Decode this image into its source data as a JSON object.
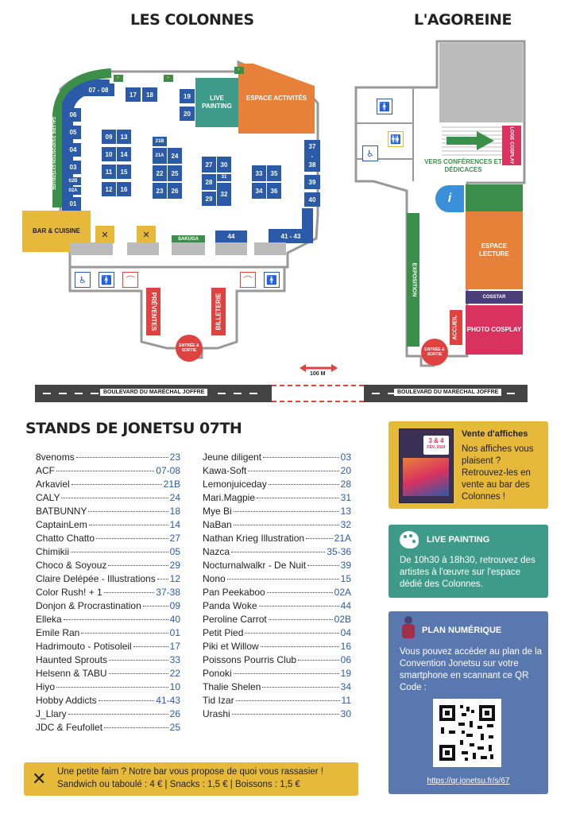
{
  "colonnes": {
    "title": "LES COLONNES",
    "stands_left": [
      "07 - 08",
      "06",
      "05",
      "04",
      "03",
      "02B",
      "02A",
      "01"
    ],
    "stands_center": {
      "s17": "17",
      "s18": "18",
      "s19": "19",
      "s20": "20",
      "s09": "09",
      "s13": "13",
      "s10": "10",
      "s14": "14",
      "s11": "11",
      "s15": "15",
      "s12": "12",
      "s16": "16",
      "s21B": "21B",
      "s21A": "21A",
      "s24": "24",
      "s22": "22",
      "s25": "25",
      "s23": "23",
      "s26": "26",
      "s27": "27",
      "s30": "30",
      "s28": "28",
      "s31": "31",
      "s29": "29",
      "s32": "32",
      "s33": "33",
      "s35": "35",
      "s34": "34",
      "s36": "36",
      "dash": "-",
      "s37": "37",
      "s38": "38",
      "s39": "39",
      "s40": "40",
      "s41_43": "41 - 43",
      "s44": "44"
    },
    "live_painting": "LIVE PAINTING",
    "espace_activites": "ESPACE ACTIVITÉS",
    "galerie": "GALERIE D'EXPOSITION EXTÉRIEURE",
    "bar_cuisine": "BAR & CUISINE",
    "sakuga": "SAKUGA",
    "preventes": "PRÉVENTES",
    "billeterie": "BILLETERIE",
    "entree_sortie": "ENTRÉE & SORTIE"
  },
  "agoreine": {
    "title": "L'AGOREINE",
    "loge_cosplay": "LOGE COSPLAY",
    "vers_conferences": "VERS CONFÉRENCES ET DÉDICACES",
    "info_icon": "i",
    "espace_lecture": "ESPACE LECTURE",
    "cosstar": "COSSTAR",
    "photo_cosplay": "PHOTO COSPLAY",
    "accueil": "ACCUEIL",
    "exposition": "EXPOSITION",
    "entree_sortie": "ENTRÉE & SORTIE"
  },
  "distance": "100 M",
  "road_label": "BOULEVARD DU MARÉCHAL JOFFRE",
  "stands_title": "STANDS DE JONETSU 07TH",
  "stands_col1": [
    {
      "name": "8venoms",
      "num": "23"
    },
    {
      "name": "ACF",
      "num": "07-08"
    },
    {
      "name": "Arkaviel",
      "num": "21B"
    },
    {
      "name": "CALY",
      "num": "24"
    },
    {
      "name": "BATBUNNY",
      "num": "18"
    },
    {
      "name": "CaptainLem",
      "num": "14"
    },
    {
      "name": "Chatto Chatto",
      "num": "27"
    },
    {
      "name": "Chimikii",
      "num": "05"
    },
    {
      "name": "Choco & Soyouz",
      "num": "29"
    },
    {
      "name": "Claire Delépée - Illustrations",
      "num": "12"
    },
    {
      "name": "Color Rush! + 1",
      "num": "37-38"
    },
    {
      "name": "Donjon & Procrastination",
      "num": "09"
    },
    {
      "name": "Elleka",
      "num": "40"
    },
    {
      "name": "Emile Ran",
      "num": "01"
    },
    {
      "name": "Hadrimouto - Potisoleil",
      "num": "17"
    },
    {
      "name": "Haunted Sprouts",
      "num": "33"
    },
    {
      "name": "Helsenn & TABU",
      "num": "22"
    },
    {
      "name": "Hiyo",
      "num": "10"
    },
    {
      "name": "Hobby Addicts",
      "num": "41-43"
    },
    {
      "name": "J_Llary",
      "num": "26"
    },
    {
      "name": "JDC & Feufollet",
      "num": "25"
    }
  ],
  "stands_col2": [
    {
      "name": "Jeune diligent",
      "num": "03"
    },
    {
      "name": "Kawa-Soft",
      "num": "20"
    },
    {
      "name": "Lemonjuiceday",
      "num": "28"
    },
    {
      "name": "Mari.Magpie",
      "num": "31"
    },
    {
      "name": "Mye Bi",
      "num": "13"
    },
    {
      "name": "NaBan",
      "num": "32"
    },
    {
      "name": "Nathan Krieg Illustration",
      "num": "21A"
    },
    {
      "name": "Nazca",
      "num": "35-36"
    },
    {
      "name": "Nocturnalwalkr - De Nuit",
      "num": "39"
    },
    {
      "name": "Nono",
      "num": "15"
    },
    {
      "name": "Pan Peekaboo",
      "num": "02A"
    },
    {
      "name": "Panda Woke",
      "num": "44"
    },
    {
      "name": "Peroline Carrot",
      "num": "02B"
    },
    {
      "name": "Petit Pied",
      "num": "04"
    },
    {
      "name": "Piki et Willow",
      "num": "16"
    },
    {
      "name": "Poissons Pourris Club",
      "num": "06"
    },
    {
      "name": "Ponoki",
      "num": "19"
    },
    {
      "name": "Thalie Shelen",
      "num": "34"
    },
    {
      "name": "Tid Izar",
      "num": "11"
    },
    {
      "name": "Urashi",
      "num": "30"
    }
  ],
  "affiches": {
    "title": "Vente d'affiches",
    "text": "Nos affiches vous plaisent ? Retrouvez-les en vente au bar des Colonnes !",
    "poster_day": "3 & 4",
    "poster_month": "FÉV. 2024"
  },
  "live": {
    "title": "LIVE PAINTING",
    "text": "De 10h30 à 18h30, retrouvez des artistes à l'œuvre sur l'espace dédié des Colonnes."
  },
  "numerique": {
    "title": "PLAN NUMÉRIQUE",
    "text": "Vous pouvez accéder au plan de la Convention Jonetsu sur votre smartphone en scannant ce QR Code :",
    "link": "https://qr.jonetsu.fr/s/67"
  },
  "food": {
    "line1": "Une petite faim ? Notre bar vous propose de quoi vous rassasier !",
    "line2": "Sandwich ou taboulé : 4 € | Snacks : 1,5 € | Boissons : 1,5 €"
  },
  "colors": {
    "stand_blue": "#2a5aa8",
    "teal": "#3e9b8a",
    "orange": "#e7813a",
    "green": "#3c8f4a",
    "red": "#e0433f",
    "pink": "#d9325f",
    "yellow": "#e7b93b",
    "slate": "#5a78b0",
    "purple": "#4b3f7a"
  }
}
